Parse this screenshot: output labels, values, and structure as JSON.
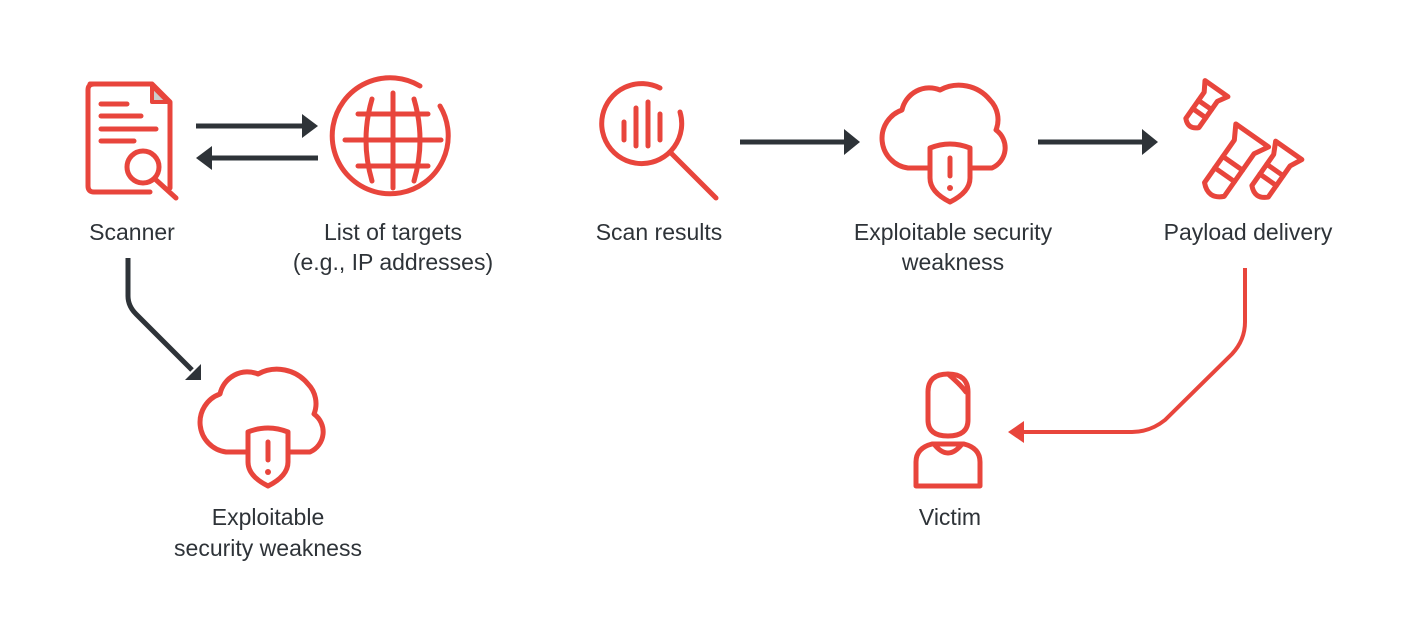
{
  "colors": {
    "accent": "#e8453c",
    "arrow": "#2e3338",
    "text": "#2e3338"
  },
  "nodes": {
    "scanner": {
      "label": "Scanner",
      "icon": "document-search-icon"
    },
    "targets": {
      "line1": "List of targets",
      "line2": "(e.g., IP addresses)",
      "icon": "globe-icon"
    },
    "scan_results": {
      "label": "Scan results",
      "icon": "magnifier-chart-icon"
    },
    "weakness_top": {
      "line1": "Exploitable security",
      "line2": "weakness",
      "icon": "cloud-shield-alert-icon"
    },
    "payload": {
      "label": "Payload delivery",
      "icon": "bombs-icon"
    },
    "weakness_bottom": {
      "line1": "Exploitable",
      "line2": "security weakness",
      "icon": "cloud-shield-alert-icon"
    },
    "victim": {
      "label": "Victim",
      "icon": "person-icon"
    }
  }
}
